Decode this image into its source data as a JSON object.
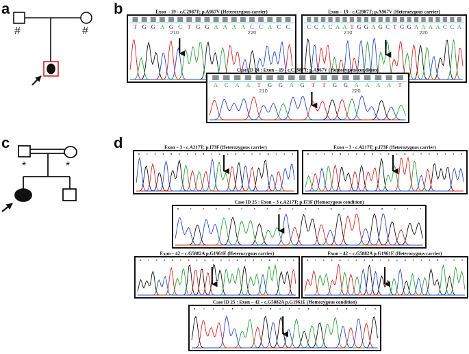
{
  "panel_labels": {
    "a": "a",
    "b": "b",
    "c": "c",
    "d": "d"
  },
  "pedigree_a": {
    "mark_father": "#",
    "mark_mother": "#"
  },
  "pedigree_c": {
    "mark_father": "*",
    "mark_mother": "*"
  },
  "panel_b": {
    "het1_title": "Exon – 19 - c.C2987T; p.A967V  (Heterozygous carrier)",
    "het1_seq": "TGGAGCTGGAAAACCACC",
    "het1_pos": [
      "210",
      "220"
    ],
    "het2_title": "Exon – 19 - c.C2987T; p.A967V  (Heterozygous carrier)",
    "het2_seq": "CCACAATGGAGCTGGAAAACCA",
    "het2_pos": [
      "210",
      "220"
    ],
    "hom_title": "Case ID 24 : Exon – 19 - c.C2987T; p.A967V (Homozygous condition)",
    "hom_seq": "ACAATGGAGTTGGAAAAT",
    "hom_pos": [
      "210",
      "220"
    ]
  },
  "panel_d": {
    "e3_het1_title": "Exon – 3 - c.A217T; p.I73F  (Heterozygous carrier)",
    "e3_het2_title": "Exon – 3 - c.A217T; p.I73F  (Heterozygous carrier)",
    "e3_hom_title": "Case ID 25 : Exon – 3 c.A217T; p.I73F  (Homozygous condition)",
    "e42_het1_title": "Exon – 42 – c.G5882A p.G1961E (Heterozygous carrier)",
    "e42_het2_title": "Exon – 42 – c.G5882A p.G1961E (Heterozygous carrier)",
    "e42_hom_title": "Case ID 25 : Exon – 42 – c.G5882A p.G1961E (Homozygous condition)"
  },
  "colors": {
    "base_A": "#2e9e3e",
    "base_C": "#2a46c8",
    "base_G": "#111111",
    "base_T": "#d62222",
    "proband_box": "#d32020"
  }
}
